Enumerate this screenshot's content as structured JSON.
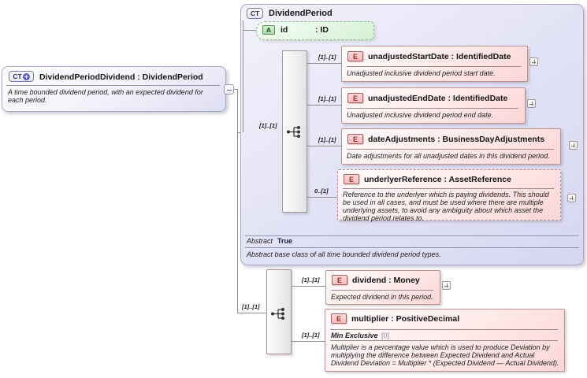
{
  "derived_box": {
    "icon_label": "CT",
    "title": "DividendPeriodDividend : DividendPeriod",
    "annotation": "A time bounded dividend period, with an expected dividend for each period."
  },
  "base_box": {
    "icon_label": "CT",
    "title": "DividendPeriod",
    "attribute": {
      "icon_label": "A",
      "name": "id",
      "type": ": ID"
    },
    "abstract_row": {
      "label": "Abstract",
      "value": "True"
    },
    "annotation": "Abstract base class of all time bounded dividend period types."
  },
  "base_sequence": {
    "cardinality": "[1]..[1]",
    "elements": [
      {
        "icon_label": "E",
        "label": "unadjustedStartDate : IdentifiedDate",
        "cardinality": "[1]..[1]",
        "annotation": "Unadjusted inclusive dividend period start date."
      },
      {
        "icon_label": "E",
        "label": "unadjustedEndDate : IdentifiedDate",
        "cardinality": "[1]..[1]",
        "annotation": "Unadjusted inclusive dividend period end date."
      },
      {
        "icon_label": "E",
        "label": "dateAdjustments : BusinessDayAdjustments",
        "cardinality": "[1]..[1]",
        "annotation": "Date adjustments for all unadjusted dates in this dividend period."
      },
      {
        "icon_label": "E",
        "label": "underlyerReference : AssetReference",
        "cardinality": "0..[1]",
        "annotation": "Reference to the underlyer which is paying dividends. This should be used in all cases, and must be used where there are multiple underlying assets, to avoid any ambiguity about which asset the dividend period relates to."
      }
    ]
  },
  "extension_sequence": {
    "cardinality": "[1]..[1]",
    "elements": [
      {
        "icon_label": "E",
        "label": "dividend : Money",
        "cardinality": "[1]..[1]",
        "annotation": "Expected dividend in this period."
      },
      {
        "icon_label": "E",
        "label": "multiplier : PositiveDecimal",
        "cardinality": "[1]..[1]",
        "facet": {
          "label": "Min Exclusive",
          "value": "[0]"
        },
        "annotation": "Multiplier is a percentage value which is used to produce Deviation by multiplying the difference between Expected Dividend and Actual Dividend Deviation = Multiplier * (Expected Dividend — Actual Dividend)."
      }
    ]
  }
}
